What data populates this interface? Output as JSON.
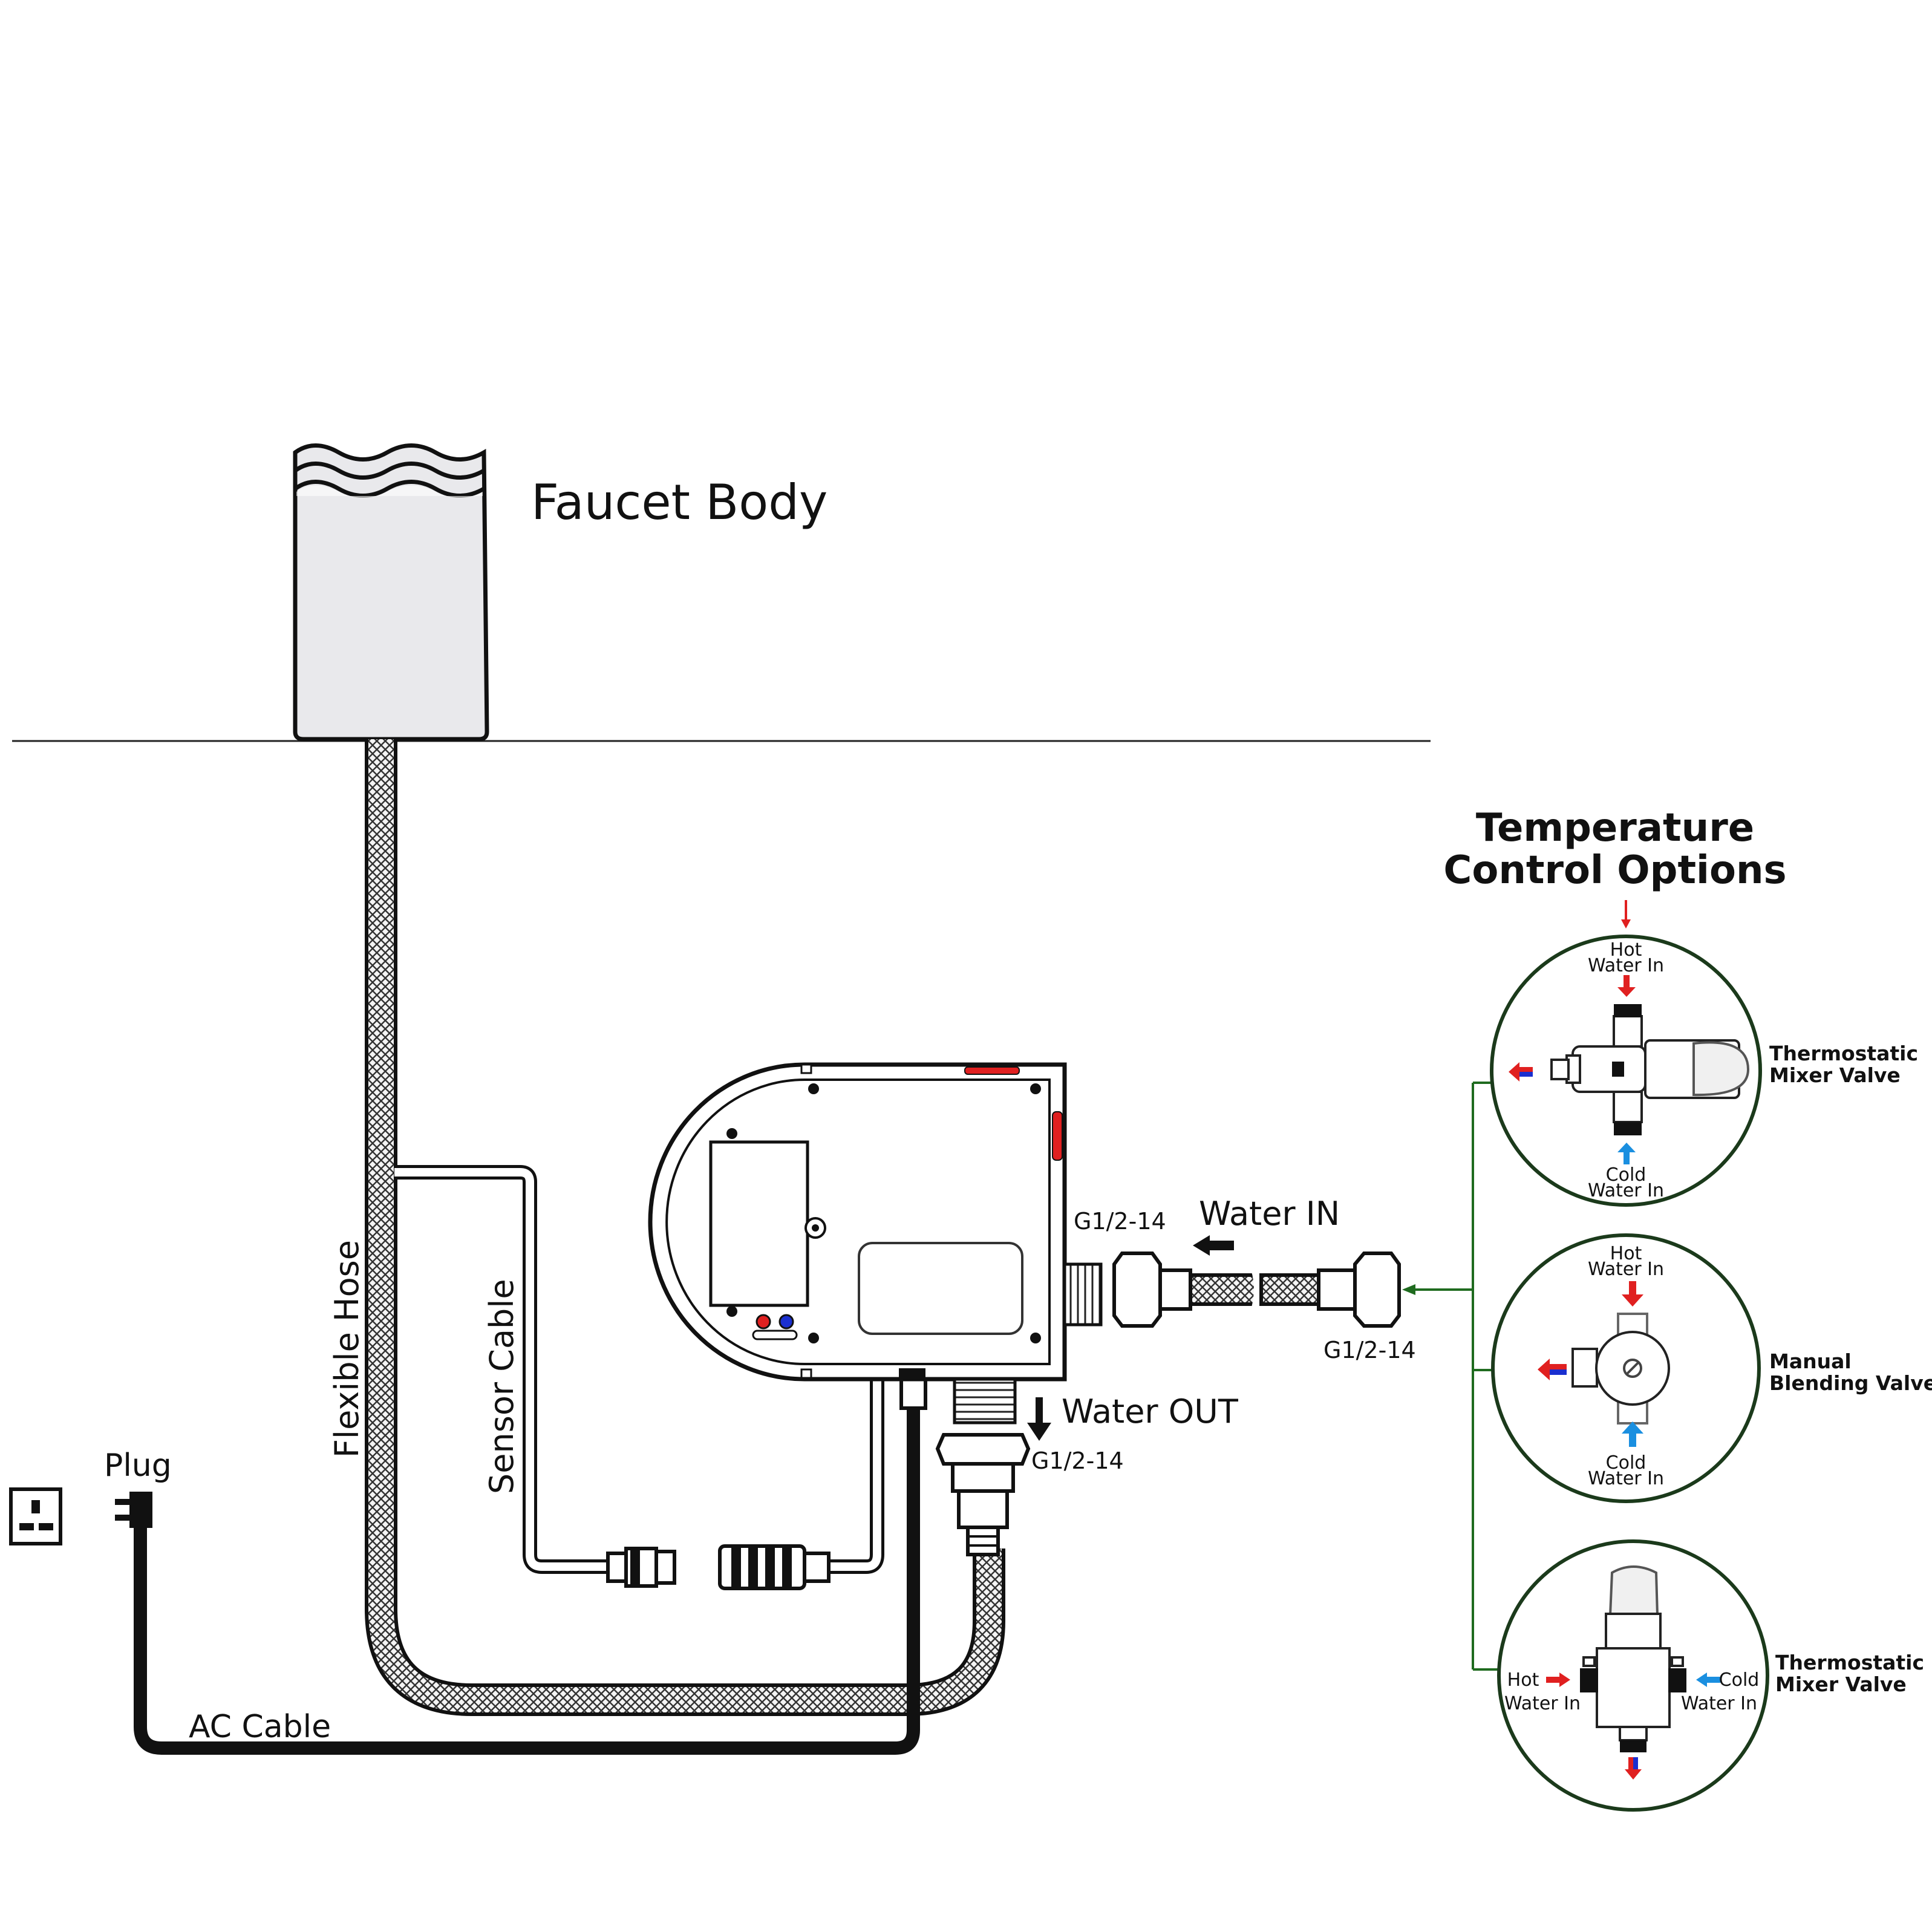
{
  "labels": {
    "faucet_body": "Faucet Body",
    "flexible_hose": "Flexible Hose",
    "sensor_cable": "Sensor Cable",
    "plug": "Plug",
    "ac_cable": "AC Cable",
    "water_in": "Water IN",
    "water_out": "Water OUT",
    "thread_top": "G1/2-14",
    "thread_inlet": "G1/2-14",
    "thread_outlet": "G1/2-14"
  },
  "temperature_options": {
    "title_line1": "Temperature",
    "title_line2": "Control Options",
    "options": [
      {
        "name_line1": "Thermostatic",
        "name_line2": "Mixer Valve",
        "hot_line1": "Hot",
        "hot_line2": "Water In",
        "cold_line1": "Cold",
        "cold_line2": "Water In"
      },
      {
        "name_line1": "Manual",
        "name_line2": "Blending Valve",
        "hot_line1": "Hot",
        "hot_line2": "Water In",
        "cold_line1": "Cold",
        "cold_line2": "Water In"
      },
      {
        "name_line1": "Thermostatic",
        "name_line2": "Mixer Valve",
        "hot_line1": "Hot",
        "hot_line2": "Water In",
        "cold_line1": "Cold",
        "cold_line2": "Water In"
      }
    ]
  },
  "colors": {
    "hot": "#e02020",
    "cold": "#1a8fe0",
    "connector_green": "#1f6b1f",
    "faucet_fill": "#e9e9ec"
  }
}
